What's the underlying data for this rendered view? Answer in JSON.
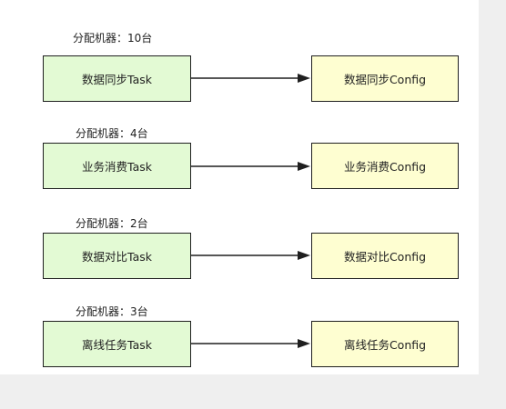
{
  "colors": {
    "task_fill": "#e3fad4",
    "config_fill": "#fefed1",
    "border": "#1f1f1f",
    "arrow": "#1f1f1f",
    "canvas_background": "#efefef"
  },
  "rows": [
    {
      "machines_label": "分配机器：10台",
      "task_label": "数据同步Task",
      "config_label": "数据同步Config"
    },
    {
      "machines_label": "分配机器：4台",
      "task_label": "业务消费Task",
      "config_label": "业务消费Config"
    },
    {
      "machines_label": "分配机器：2台",
      "task_label": "数据对比Task",
      "config_label": "数据对比Config"
    },
    {
      "machines_label": "分配机器：3台",
      "task_label": "离线任务Task",
      "config_label": "离线任务Config"
    }
  ]
}
